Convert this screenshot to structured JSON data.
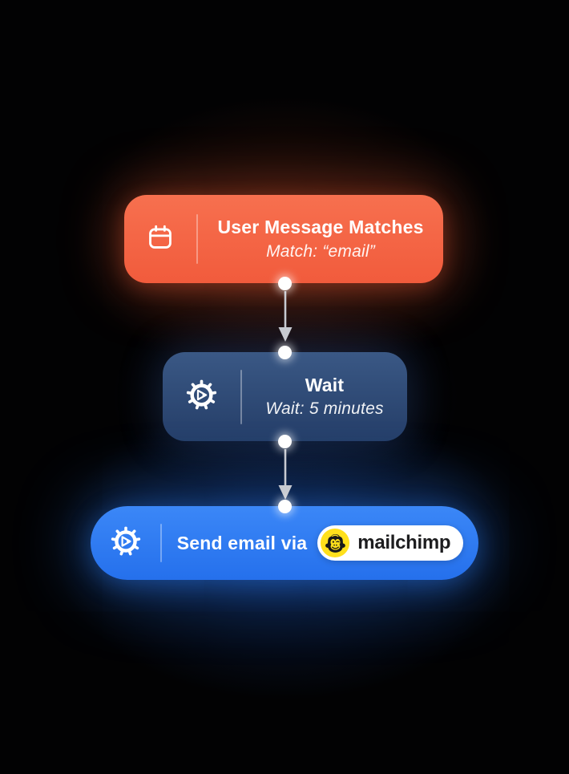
{
  "canvas": {
    "background": "#020203",
    "description": "workflow automation canvas"
  },
  "workflow": {
    "nodes": [
      {
        "id": "user-message-matches",
        "type": "trigger",
        "icon": "calendar-icon",
        "title": "User Message Matches",
        "subtitle": "Match: “email”",
        "color_top": "#F7704F",
        "color": "#F15B3C"
      },
      {
        "id": "wait",
        "type": "action",
        "icon": "gear-play-icon",
        "title": "Wait",
        "subtitle": "Wait: 5 minutes",
        "color_top": "#3A5885",
        "color": "#253E68"
      },
      {
        "id": "send-email",
        "type": "action",
        "icon": "gear-play-icon",
        "title": "Send email via",
        "integration": {
          "name": "mailchimp",
          "logo": "mailchimp-freddie-icon",
          "pill_bg": "#FFFFFF",
          "logo_bg": "#FFE01B",
          "label_color": "#1D1D1F"
        },
        "color_top": "#3B87F7",
        "color": "#2570EC"
      }
    ],
    "connectors": [
      {
        "from": "user-message-matches",
        "to": "wait",
        "style": "arrow-down"
      },
      {
        "from": "wait",
        "to": "send-email",
        "style": "arrow-down"
      }
    ],
    "connector_color": "#C7CAD1",
    "port_color": "#FFFFFF"
  }
}
